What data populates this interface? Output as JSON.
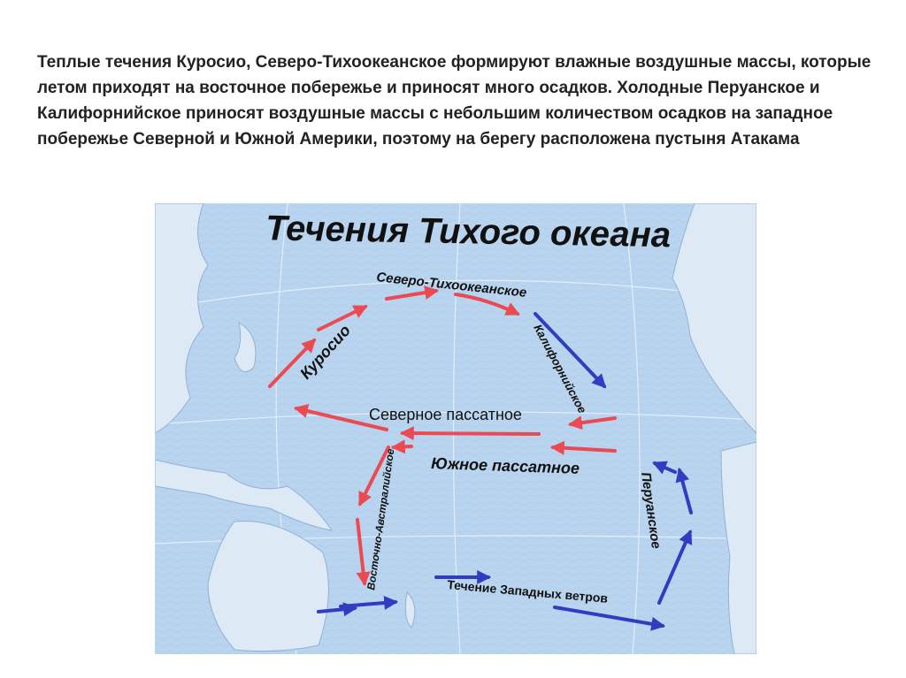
{
  "caption": "Теплые течения Куросио, Северо-Тихоокеанское формируют влажные воздушные массы, которые летом приходят на восточное побережье и приносят много осадков. Холодные Перуанское и Калифорнийское приносят воздушные массы с небольшим количеством осадков на западное побережье Северной и Южной Америки, поэтому на берегу расположена пустыня Атакама",
  "map": {
    "title": "Течения Тихого океана",
    "colors": {
      "ocean": "#b9d4ee",
      "warm_current": "#ea4a52",
      "cold_current": "#2f3dc0",
      "grid": "#e8f1fb"
    },
    "currents": {
      "kuroshio": "Куросио",
      "north_pacific": "Северо-Тихоокеанское",
      "californian": "Калифорнийское",
      "north_equatorial": "Северное пассатное",
      "south_equatorial": "Южное пассатное",
      "east_australian": "Восточно-Австралийское",
      "peruvian": "Перуанское",
      "west_winds": "Течение Западных ветров"
    },
    "arrows": [
      {
        "current": "kuroshio",
        "type": "warm"
      },
      {
        "current": "north_pacific",
        "type": "warm"
      },
      {
        "current": "californian",
        "type": "cold"
      },
      {
        "current": "north_equatorial",
        "type": "warm"
      },
      {
        "current": "south_equatorial",
        "type": "warm"
      },
      {
        "current": "east_australian",
        "type": "warm"
      },
      {
        "current": "peruvian",
        "type": "cold"
      },
      {
        "current": "west_winds",
        "type": "cold"
      }
    ]
  }
}
